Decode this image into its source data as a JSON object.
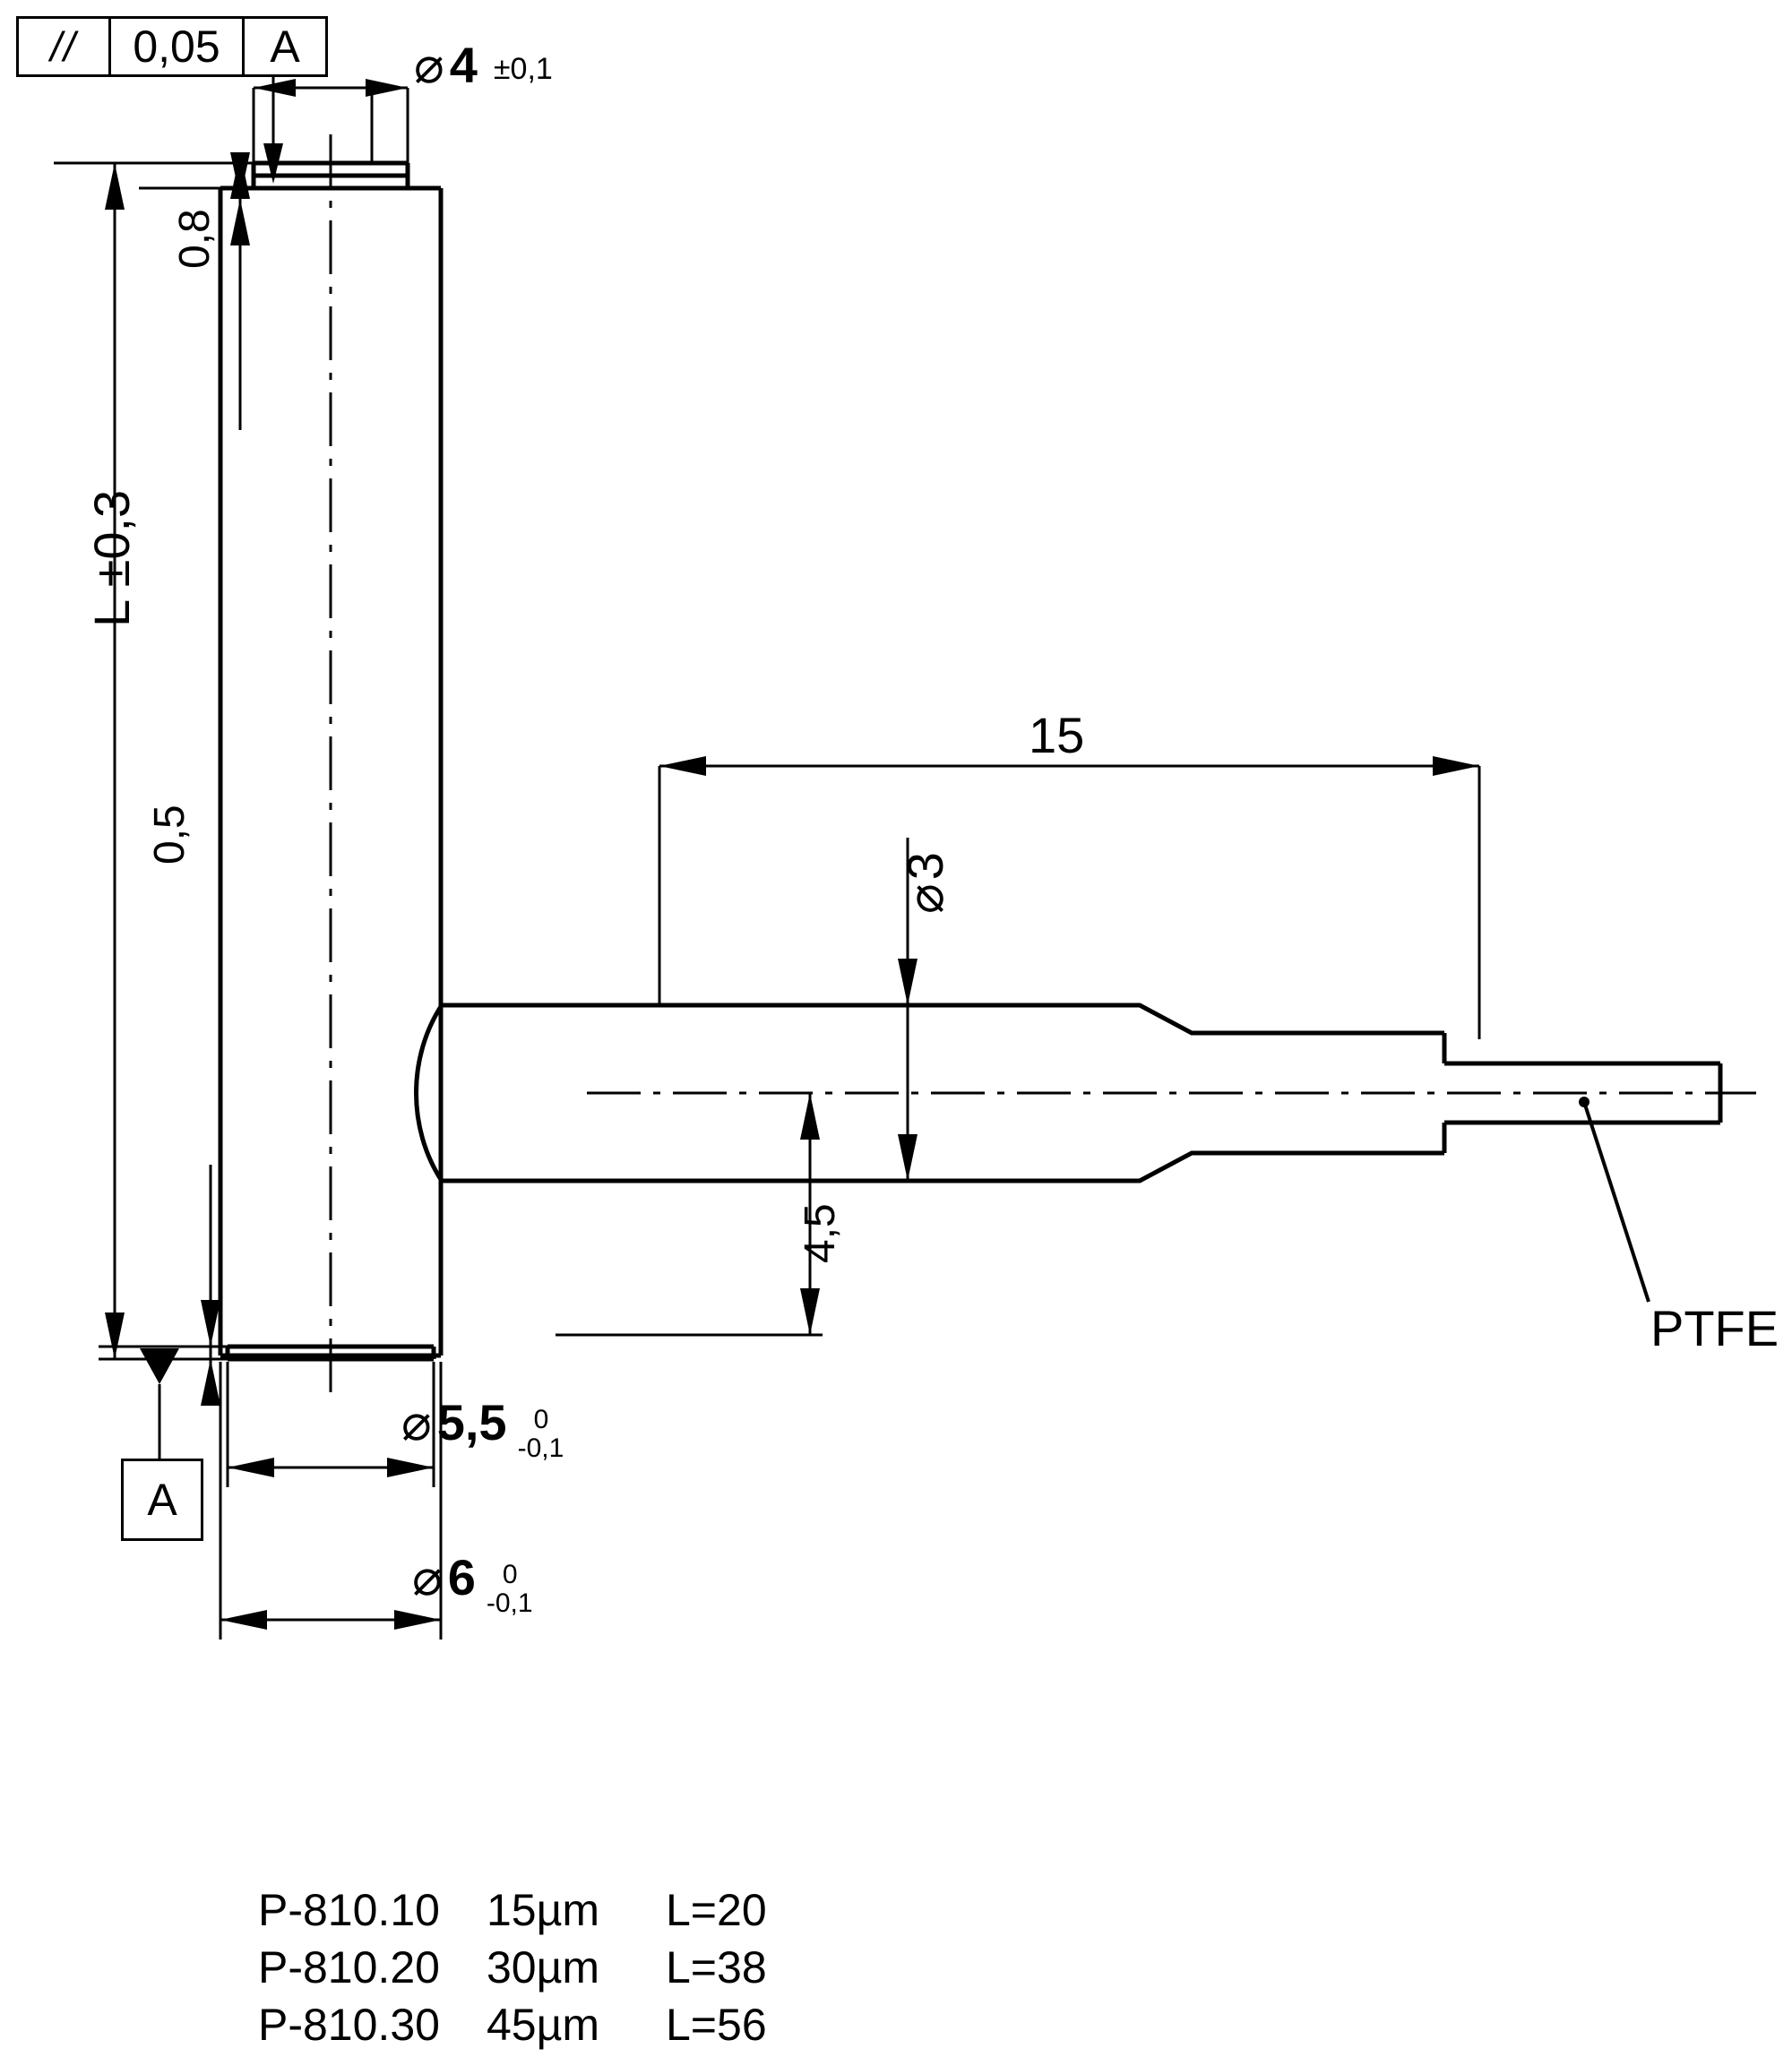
{
  "drawing": {
    "title": "Piezo actuator P-810 technical drawing",
    "line_color": "#000000",
    "background": "#ffffff"
  },
  "feature_control_frame": {
    "symbol": "//",
    "symbol_name": "parallelism-symbol",
    "tolerance": "0,05",
    "datum": "A"
  },
  "datum_feature": {
    "label": "A"
  },
  "dimensions": {
    "top_diameter": {
      "symbol": "⌀",
      "value": "4",
      "tolerance": "±0,1"
    },
    "top_cap_height": {
      "value": "0,8"
    },
    "overall_length": {
      "value": "L ±0,3"
    },
    "bottom_cap_height": {
      "value": "0,5"
    },
    "connector_length": {
      "value": "15"
    },
    "connector_diameter": {
      "symbol": "⌀",
      "value": "3"
    },
    "connector_offset": {
      "value": "4,5"
    },
    "inner_diameter": {
      "symbol": "⌀",
      "value": "5,5",
      "tol_upper": "0",
      "tol_lower": "-0,1"
    },
    "outer_diameter": {
      "symbol": "⌀",
      "value": "6",
      "tol_upper": "0",
      "tol_lower": "-0,1"
    }
  },
  "annotations": {
    "cable_material": "PTFE"
  },
  "parts_table": {
    "rows": [
      {
        "part_number": "P-810.10",
        "travel": "15µm",
        "length": "L=20"
      },
      {
        "part_number": "P-810.20",
        "travel": "30µm",
        "length": "L=38"
      },
      {
        "part_number": "P-810.30",
        "travel": "45µm",
        "length": "L=56"
      }
    ]
  }
}
